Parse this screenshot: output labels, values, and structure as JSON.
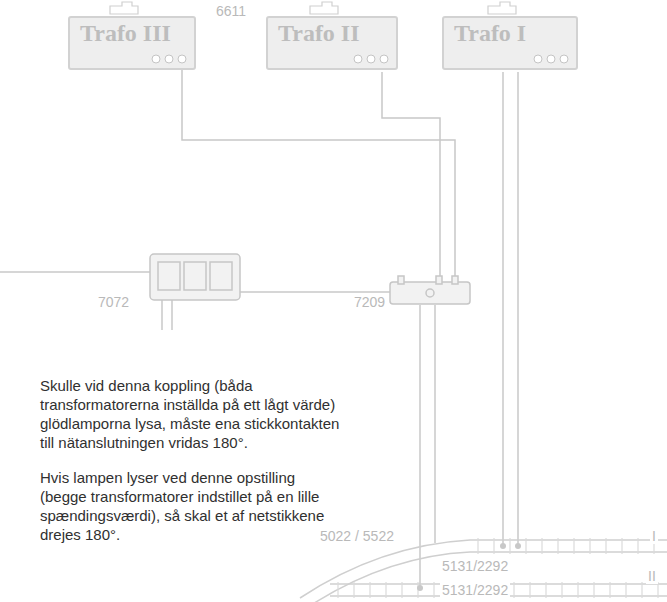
{
  "diagram": {
    "nodes": [
      {
        "text": [
          "Trafo III"
        ]
      },
      {
        "text": [
          "Trafo II"
        ]
      },
      {
        "text": [
          "Trafo I"
        ]
      }
    ],
    "labels": [
      "6611",
      "7072",
      "7209",
      "5022 / 5522",
      "5131/2292",
      "5131/2292",
      "I",
      "II",
      "Skulle vid denna koppling (båda transformatorerna inställda på ett lågt värde) glödlamporna lysa, måste ena stickkontakten till nätanslutningen vridas 180°.",
      "Hvis lampen lyser ved denne opstilling (begge transformatorer indstillet på en lille spændingsværdi), så skal et af netstikkene drejes 180°."
    ]
  }
}
